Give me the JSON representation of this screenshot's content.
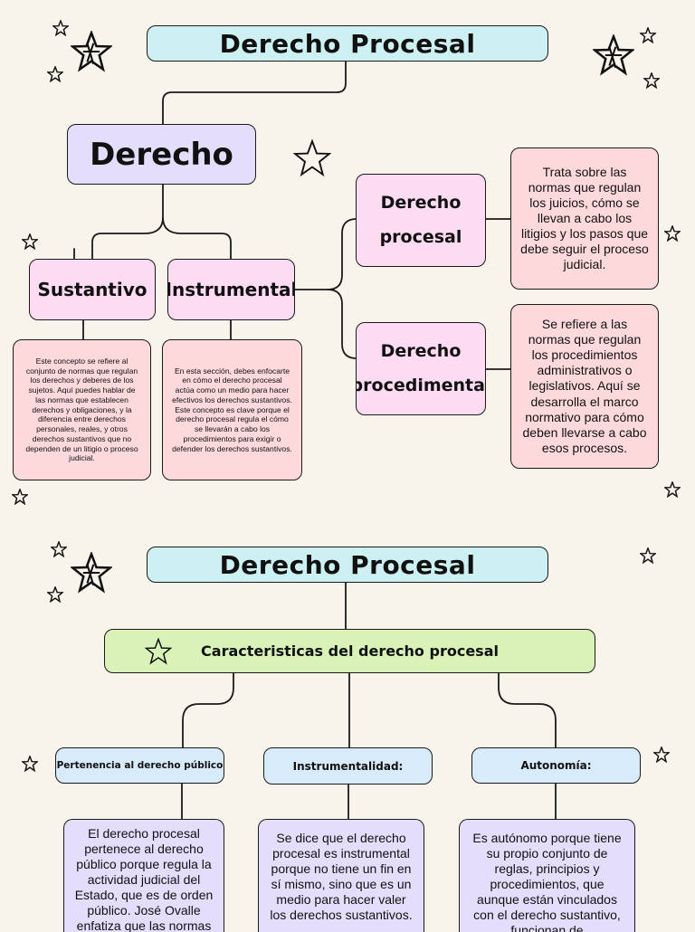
{
  "section1": {
    "title": "Derecho Procesal",
    "root": "Derecho",
    "branches": [
      {
        "label": "Sustantivo",
        "description": "Este concepto se refiere al conjunto de normas que regulan los derechos y deberes de los sujetos. Aquí puedes hablar de las normas que establecen derechos y obligaciones, y la diferencia entre derechos personales, reales, y otros derechos sustantivos que no dependen de un litigio o proceso judicial."
      },
      {
        "label": "Instrumental",
        "description": "En esta sección, debes enfocarte en cómo el derecho procesal actúa como un medio para hacer efectivos los derechos sustantivos. Este concepto es clave porque el derecho procesal regula el cómo se llevarán a cabo los procedimientos para exigir o defender los derechos sustantivos."
      }
    ],
    "subbranches": [
      {
        "label_line1": "Derecho",
        "label_line2": "procesal",
        "description": "Trata sobre las normas que regulan los juicios, cómo se llevan a cabo los litigios y los pasos que debe seguir el proceso judicial."
      },
      {
        "label_line1": "Derecho",
        "label_line2": "procedimental",
        "description": "Se refiere a las normas que regulan los procedimientos administrativos o legislativos. Aquí se desarrolla el marco normativo para cómo deben llevarse a cabo esos procesos."
      }
    ]
  },
  "section2": {
    "title": "Derecho Procesal",
    "header": "Caracteristicas del derecho procesal",
    "items": [
      {
        "label": "Pertenencia al derecho público",
        "description": "El derecho procesal pertenece al derecho público porque regula la actividad judicial del Estado, que es de orden público. José Ovalle enfatiza que las normas"
      },
      {
        "label": "Instrumentalidad:",
        "description": "Se dice que el derecho procesal es instrumental porque no tiene un fin en sí mismo, sino que es un medio para hacer valer los derechos sustantivos."
      },
      {
        "label": "Autonomía:",
        "description": "Es autónomo porque tiene su propio conjunto de reglas, principios y procedimientos, que aunque están vinculados con el derecho sustantivo, funcionan de"
      }
    ]
  },
  "colors": {
    "background": "#f8f4ec",
    "title": "#cdf1f3",
    "purple": "#e4ddfb",
    "pink": "#fddbf2",
    "rose": "#fdd9dc",
    "green": "#d9f2b8",
    "blue": "#d8ebfb"
  },
  "decorations": [
    "star-icon"
  ]
}
